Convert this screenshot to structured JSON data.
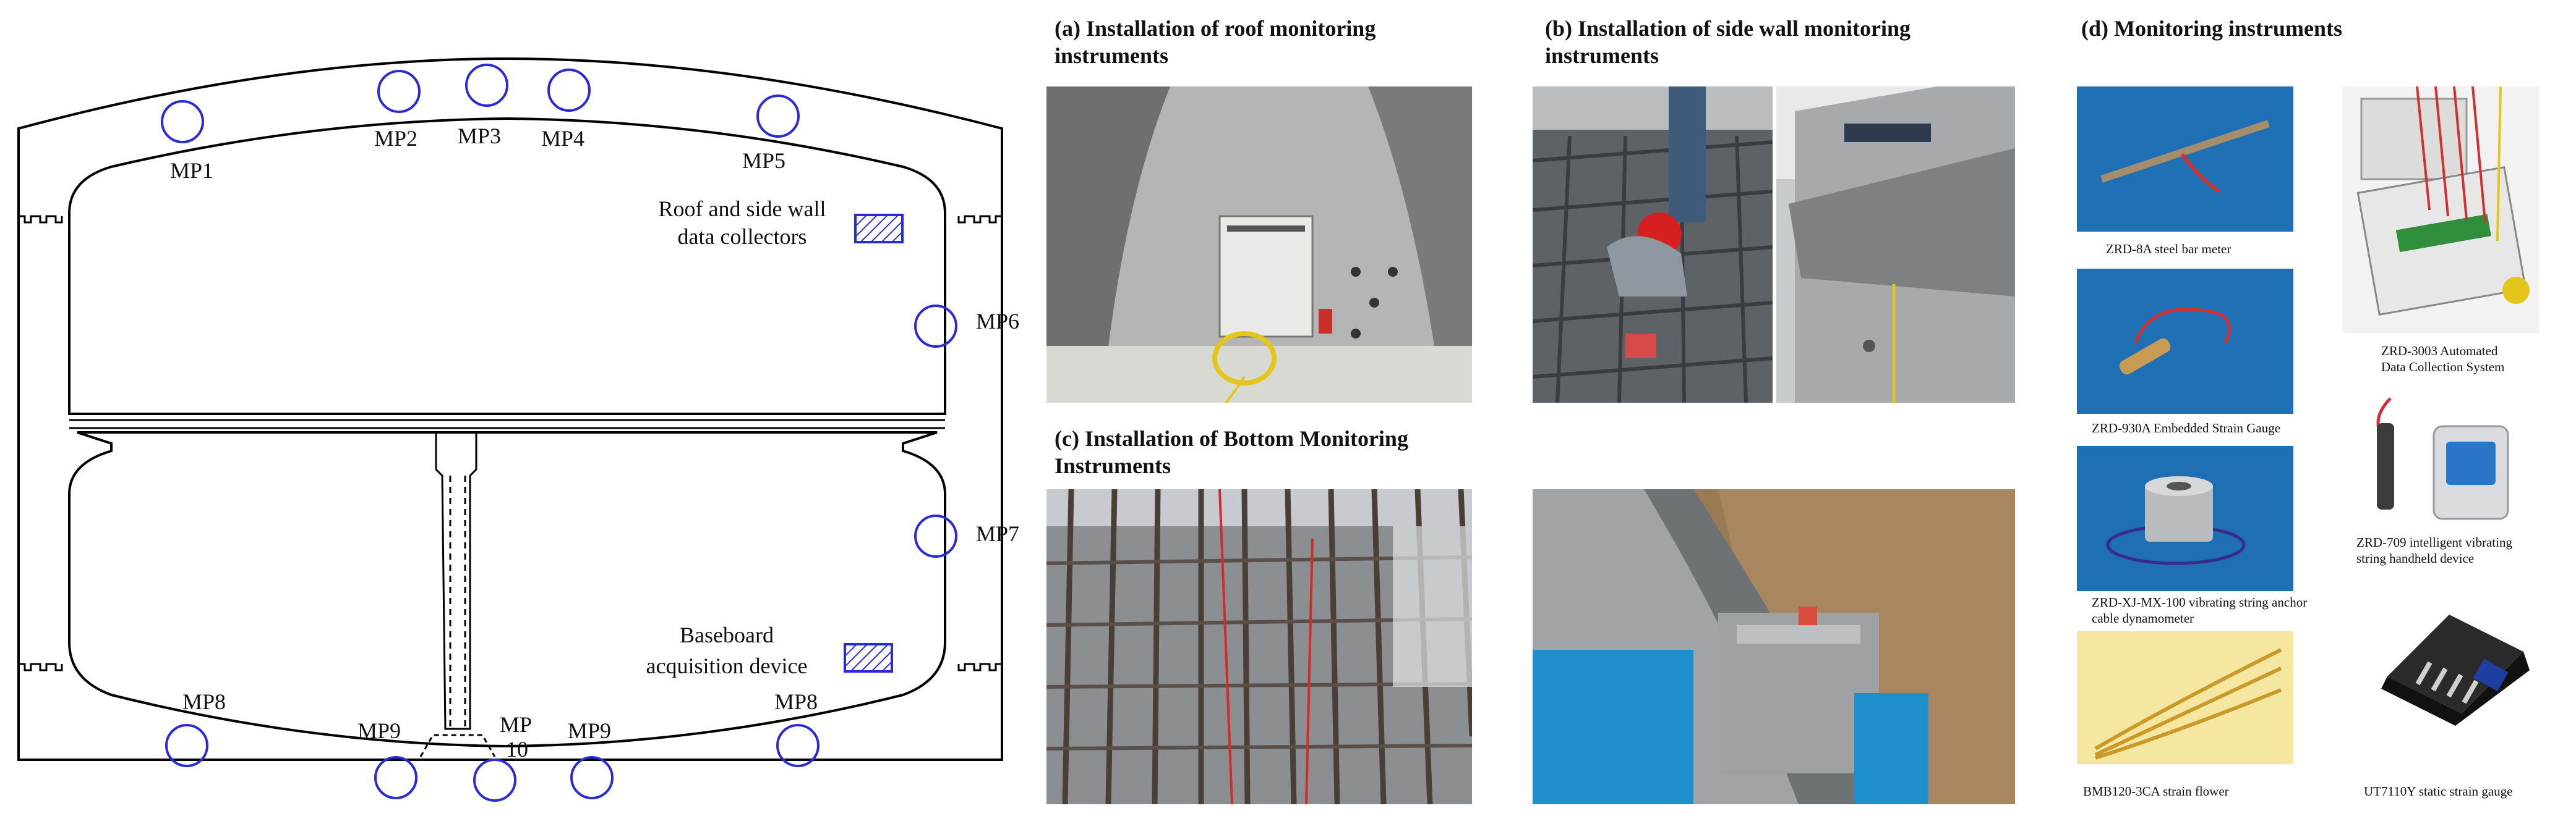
{
  "diagram": {
    "points": {
      "mp1": "MP1",
      "mp2": "MP2",
      "mp3": "MP3",
      "mp4": "MP4",
      "mp5": "MP5",
      "mp6": "MP6",
      "mp7": "MP7",
      "mp8_left": "MP8",
      "mp8_right": "MP8",
      "mp9_left": "MP9",
      "mp9_right": "MP9",
      "mp10_line1": "MP",
      "mp10_line2": "10"
    },
    "collector_top": {
      "line1": "Roof and side wall",
      "line2": "data collectors"
    },
    "collector_bottom": {
      "line1": "Baseboard",
      "line2": "acquisition device"
    },
    "colors": {
      "marker": "#2b2bd6",
      "outline": "#000000",
      "hatch": "#2b2bd6"
    }
  },
  "panels": {
    "a": {
      "title_line1": "(a) Installation of roof monitoring",
      "title_line2": "instruments"
    },
    "b": {
      "title_line1": "(b) Installation of side wall monitoring",
      "title_line2": "instruments"
    },
    "c": {
      "title_line1": "(c) Installation of Bottom Monitoring",
      "title_line2": "Instruments"
    },
    "d": {
      "title": "(d) Monitoring instruments"
    }
  },
  "instruments": {
    "steel_bar_meter": "ZRD-8A steel bar meter",
    "strain_gauge": "ZRD-930A Embedded Strain Gauge",
    "anchor_line1": "ZRD-XJ-MX-100 vibrating  string anchor",
    "anchor_line2": "cable dynamometer",
    "strain_flower": "BMB120-3CA strain flower",
    "collection_line1": "ZRD-3003 Automated",
    "collection_line2": "Data Collection System",
    "handheld_line1": "ZRD-709 intelligent  vibrating",
    "handheld_line2": "string handheld device",
    "static_gauge": "UT7110Y static strain gauge"
  }
}
